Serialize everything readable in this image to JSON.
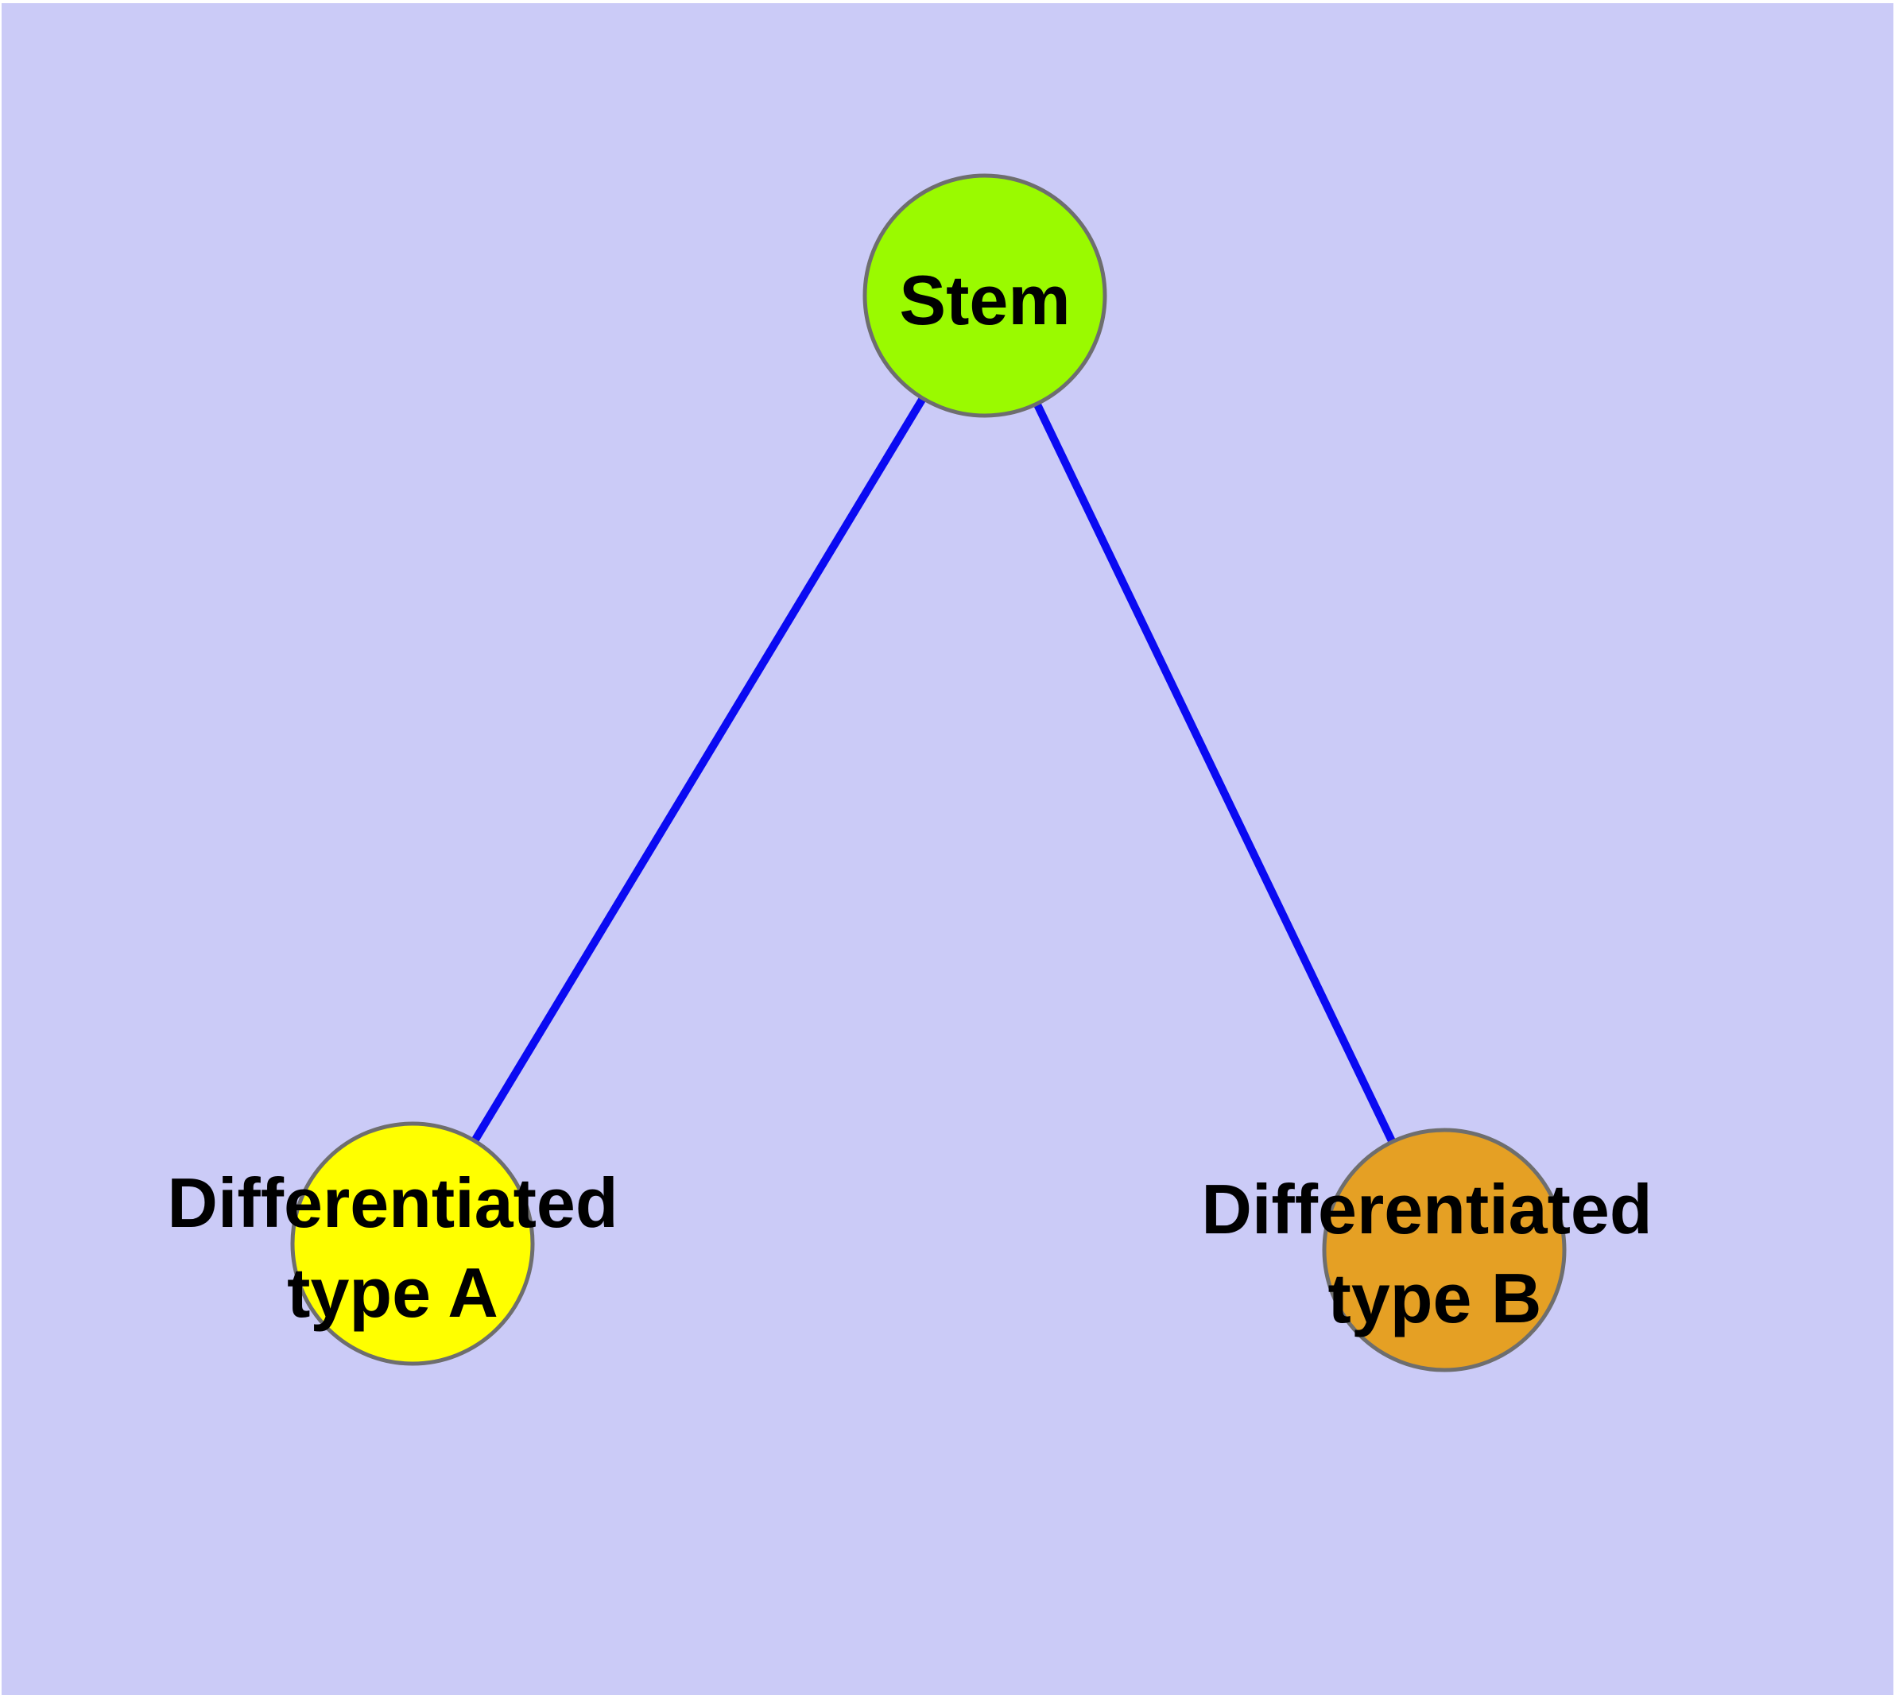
{
  "diagram": {
    "type": "node-link-graph",
    "background_color": "#cbcbf7",
    "margin_color": "#ffffff",
    "edge_color": "#0a0af2",
    "node_border_color": "#6e6e6e",
    "label_color": "#000000",
    "nodes": {
      "stem": {
        "label": "Stem",
        "fill": "#9afa00"
      },
      "type_a": {
        "label_lines": [
          "Differentiated",
          "type A"
        ],
        "label": "Differentiated type A",
        "fill": "#ffff00"
      },
      "type_b": {
        "label_lines": [
          "Differentiated",
          "type B"
        ],
        "label": "Differentiated type B",
        "fill": "#e5a024"
      }
    },
    "edges": [
      {
        "from": "stem",
        "to": "type_a"
      },
      {
        "from": "stem",
        "to": "type_b"
      }
    ]
  }
}
